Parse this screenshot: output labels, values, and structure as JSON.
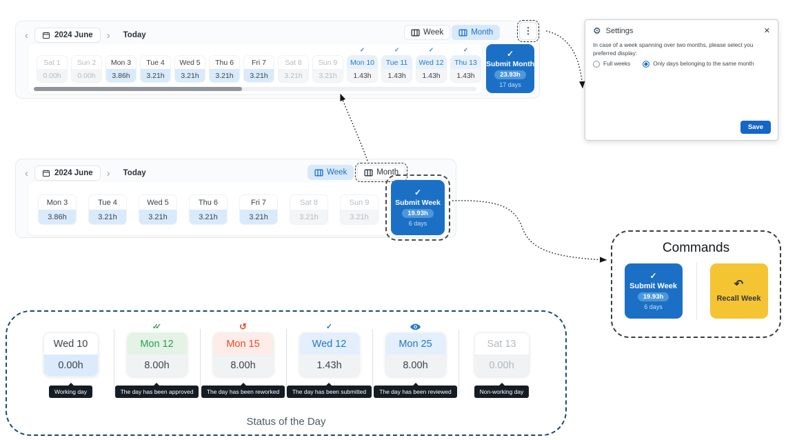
{
  "icons": {
    "check": "✓",
    "double_check": "✓✓",
    "kebab": "⋮",
    "gear": "⚙",
    "close": "✕",
    "chevron_left": "‹",
    "chevron_right": "›",
    "recall_arrow": "↶",
    "rework_arrow": "↺"
  },
  "colors": {
    "primary_blue": "#1b70c6",
    "light_blue": "#d9eafc",
    "toggle_selected": "#d8e9fb",
    "green": "#2f9e50",
    "red": "#ee4b26",
    "yellow": "#f4c433",
    "tooltip_bg": "#151c24"
  },
  "month_bar": {
    "nav": {
      "date": "2024 June",
      "today": "Today"
    },
    "view_toggle": {
      "week": "Week",
      "month": "Month"
    },
    "days": [
      {
        "label": "Sat 1",
        "hours": "0.00h",
        "status": "weekend"
      },
      {
        "label": "Sun 2",
        "hours": "0.00h",
        "status": "weekend"
      },
      {
        "label": "Mon 3",
        "hours": "3.86h",
        "status": "working"
      },
      {
        "label": "Tue 4",
        "hours": "3.21h",
        "status": "working"
      },
      {
        "label": "Wed 5",
        "hours": "3.21h",
        "status": "working"
      },
      {
        "label": "Thu 6",
        "hours": "3.21h",
        "status": "working"
      },
      {
        "label": "Fri 7",
        "hours": "3.21h",
        "status": "working"
      },
      {
        "label": "Sat 8",
        "hours": "3.21h",
        "status": "weekend"
      },
      {
        "label": "Sun 9",
        "hours": "3.21h",
        "status": "weekend"
      },
      {
        "label": "Mon 10",
        "hours": "1.43h",
        "status": "submitted"
      },
      {
        "label": "Tue 11",
        "hours": "1.43h",
        "status": "submitted"
      },
      {
        "label": "Wed 12",
        "hours": "1.43h",
        "status": "submitted"
      },
      {
        "label": "Thu 13",
        "hours": "1.43h",
        "status": "submitted"
      }
    ],
    "submit": {
      "label": "Submit Month",
      "total": "23.93h",
      "days_count": "17 days"
    }
  },
  "week_bar": {
    "nav": {
      "date": "2024 June",
      "today": "Today"
    },
    "view_toggle": {
      "week": "Week",
      "month": "Month"
    },
    "days": [
      {
        "label": "Mon 3",
        "hours": "3.86h",
        "status": "working"
      },
      {
        "label": "Tue 4",
        "hours": "3.21h",
        "status": "working"
      },
      {
        "label": "Wed 5",
        "hours": "3.21h",
        "status": "working"
      },
      {
        "label": "Thu 6",
        "hours": "3.21h",
        "status": "working"
      },
      {
        "label": "Fri 7",
        "hours": "3.21h",
        "status": "working"
      },
      {
        "label": "Sat 8",
        "hours": "3.21h",
        "status": "weekend"
      },
      {
        "label": "Sun 9",
        "hours": "3.21h",
        "status": "weekend"
      }
    ],
    "submit": {
      "label": "Submit Week",
      "total": "19.93h",
      "days_count": "6 days"
    }
  },
  "settings": {
    "title": "Settings",
    "description": "In case of a week spanning over two months, please select you preferred display:",
    "options": [
      {
        "label": "Full weeks",
        "selected": false
      },
      {
        "label": "Only days belonging to the same month",
        "selected": true
      }
    ],
    "save_label": "Save"
  },
  "commands": {
    "title": "Commands",
    "submit": {
      "label": "Submit Week",
      "total": "19.93h",
      "days_count": "6 days"
    },
    "recall_label": "Recall Week"
  },
  "status_section": {
    "caption": "Status of the Day",
    "items": [
      {
        "label": "Wed 10",
        "hours": "0.00h",
        "status": "working",
        "tooltip": "Working day"
      },
      {
        "label": "Mon 12",
        "hours": "8.00h",
        "status": "approved",
        "tooltip": "The day has been approved"
      },
      {
        "label": "Mon 15",
        "hours": "8.00h",
        "status": "reworked",
        "tooltip": "The day has been reworked"
      },
      {
        "label": "Wed 12",
        "hours": "1.43h",
        "status": "submitted",
        "tooltip": "The day has been submitted"
      },
      {
        "label": "Mon 25",
        "hours": "8.00h",
        "status": "reviewed",
        "tooltip": "The day has been reviewed"
      },
      {
        "label": "Sat 13",
        "hours": "0.00h",
        "status": "nonworking",
        "tooltip": "Non-working day"
      }
    ]
  }
}
